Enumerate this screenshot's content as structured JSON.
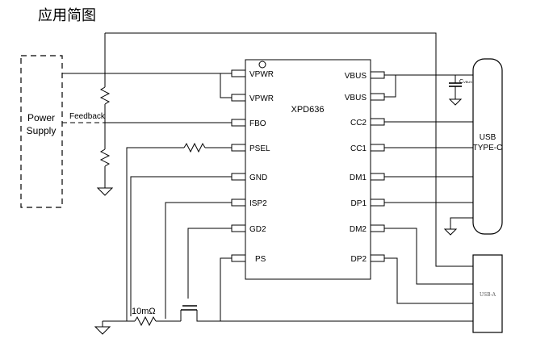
{
  "title": "应用简图",
  "chip": {
    "name": "XPD636",
    "left_pins": [
      "VPWR",
      "VPWR",
      "FBO",
      "PSEL",
      "GND",
      "ISP2",
      "GD2",
      "PS"
    ],
    "right_pins": [
      "VBUS",
      "VBUS",
      "CC2",
      "CC1",
      "DM1",
      "DP1",
      "DM2",
      "DP2"
    ]
  },
  "power_supply": {
    "line1": "Power",
    "line2": "Supply",
    "feedback": "Feedback"
  },
  "usb_c": {
    "line1": "USB",
    "line2": "TYPE-C"
  },
  "usb_a": {
    "label": "USB-A"
  },
  "cap_label": "C",
  "cap_sub": "VBUS",
  "sense_resistor": "10mΩ"
}
